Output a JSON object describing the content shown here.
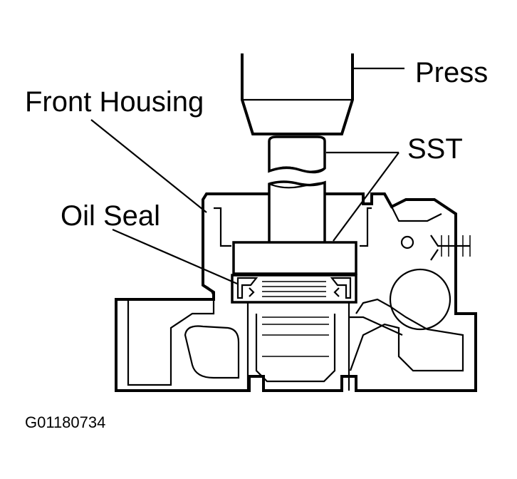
{
  "labels": {
    "press": "Press",
    "front_housing": "Front Housing",
    "sst": "SST",
    "oil_seal": "Oil Seal",
    "figure_code": "G01180734"
  },
  "colors": {
    "line": "#000000",
    "background": "#ffffff"
  }
}
